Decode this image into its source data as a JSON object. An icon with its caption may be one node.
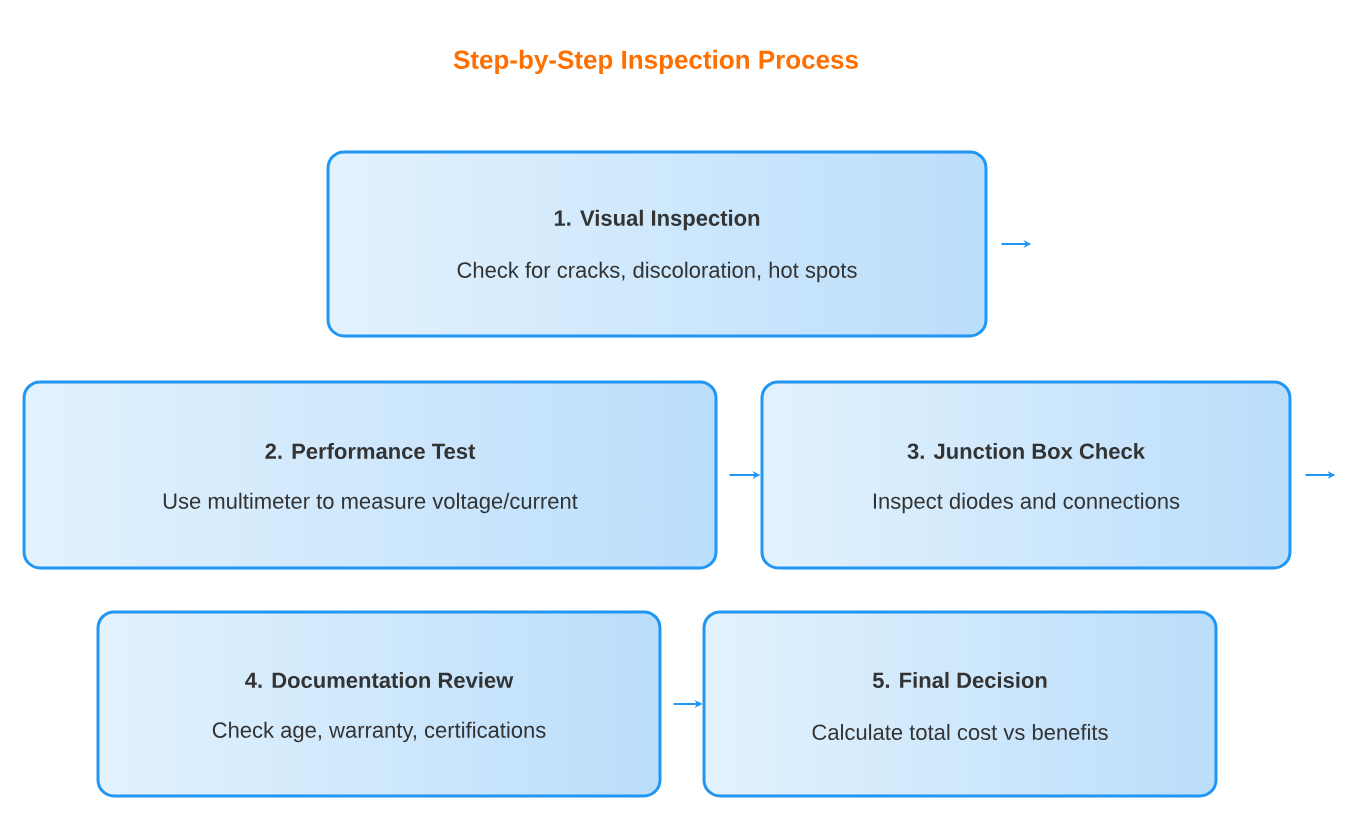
{
  "diagram": {
    "title": "Step-by-Step Inspection Process",
    "nodes": [
      {
        "text": [
          "1. Visual Inspection",
          "Check for cracks, discoloration, hot spots"
        ]
      },
      {
        "text": [
          "2. Performance Test",
          "Use multimeter to measure voltage/current"
        ]
      },
      {
        "text": [
          "3. Junction Box Check",
          "Inspect diodes and connections"
        ]
      },
      {
        "text": [
          "4. Documentation Review",
          "Check age, warranty, certifications"
        ]
      },
      {
        "text": [
          "5. Final Decision",
          "Calculate total cost vs benefits"
        ]
      }
    ],
    "edges": [
      {
        "from": 0,
        "to": null,
        "arrow": "to"
      },
      {
        "from": 1,
        "to": 2,
        "arrow": "to"
      },
      {
        "from": 2,
        "to": null,
        "arrow": "to"
      },
      {
        "from": 3,
        "to": 4,
        "arrow": "to"
      }
    ]
  }
}
